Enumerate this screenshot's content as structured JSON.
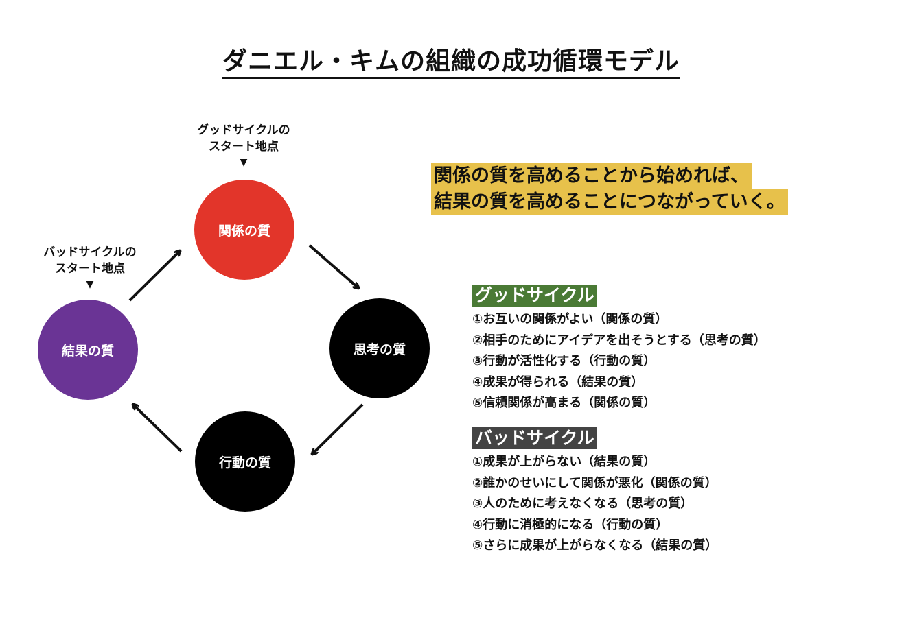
{
  "title": "ダニエル・キムの組織の成功循環モデル",
  "start_labels": {
    "good_line1": "グッドサイクルの",
    "good_line2": "スタート地点",
    "bad_line1": "バッドサイクルの",
    "bad_line2": "スタート地点",
    "marker": "▼"
  },
  "nodes": {
    "relation": "関係の質",
    "thinking": "思考の質",
    "action": "行動の質",
    "result": "結果の質"
  },
  "colors": {
    "relation": "#e2352a",
    "thinking": "#000000",
    "action": "#000000",
    "result": "#6a3495",
    "good_header": "#4a7a35",
    "bad_header": "#444444",
    "highlight": "#e7c14b"
  },
  "highlight": {
    "line1": "関係の質を高めることから始めれば、",
    "line2": "結果の質を高めることにつながっていく。"
  },
  "good_cycle": {
    "heading": "グッドサイクル",
    "items": [
      "①お互いの関係がよい（関係の質）",
      "②相手のためにアイデアを出そうとする（思考の質）",
      "③行動が活性化する（行動の質）",
      "④成果が得られる（結果の質）",
      "⑤信頼関係が高まる（関係の質）"
    ]
  },
  "bad_cycle": {
    "heading": "バッドサイクル",
    "items": [
      "①成果が上がらない（結果の質）",
      "②誰かのせいにして関係が悪化（関係の質）",
      "③人のために考えなくなる（思考の質）",
      "④行動に消極的になる（行動の質）",
      "⑤さらに成果が上がらなくなる（結果の質）"
    ]
  }
}
